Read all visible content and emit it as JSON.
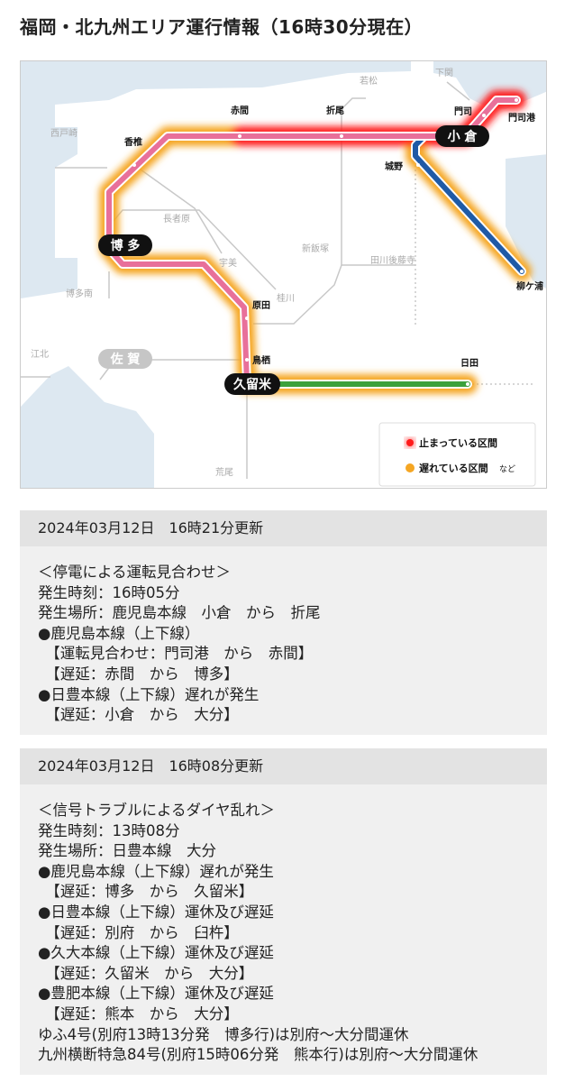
{
  "page_title": "福岡・北九州エリア運行情報（16時30分現在）",
  "map": {
    "stations_major": {
      "kokura": "小 倉",
      "hakata": "博 多",
      "kurume": "久留米",
      "saga": "佐 賀"
    },
    "stations_line": {
      "mojiko": "門司港",
      "moji": "門司",
      "akama": "赤間",
      "orio": "折尾",
      "kashii": "香椎",
      "jono": "城野",
      "yanagaura": "柳ケ浦",
      "haruda": "原田",
      "tosu": "鳥栖",
      "hita": "日田"
    },
    "stations_other": {
      "wakamatsu": "若松",
      "shimonoseki": "下関",
      "nishitozaki": "西戸崎",
      "nagasabaru": "長者原",
      "umi": "宇美",
      "hakataminami": "博多南",
      "shiniizuka": "新飯塚",
      "tagawagotoji": "田川後藤寺",
      "keisen": "桂川",
      "koutoku": "江北",
      "arao": "荒尾"
    },
    "legend": {
      "stopped": "止まっている区間",
      "delayed": "遅れている区間",
      "delayed_suffix": "など"
    },
    "colors": {
      "kagoshima": "#e8709a",
      "nippo": "#1f5aa6",
      "kyudai": "#3ca13c",
      "stopped": "#ff1a1a",
      "delayed": "#f5a623",
      "sea": "#dde8f1"
    }
  },
  "notices": [
    {
      "updated": "2024年03月12日　16時21分更新",
      "lines": [
        "＜停電による運転見合わせ＞",
        "発生時刻：16時05分",
        "発生場所：鹿児島本線　小倉　から　折尾",
        "●鹿児島本線（上下線）",
        "　【運転見合わせ：門司港　から　赤間】",
        "　【遅延：赤間　から　博多】",
        "●日豊本線（上下線）遅れが発生",
        "　【遅延：小倉　から　大分】"
      ]
    },
    {
      "updated": "2024年03月12日　16時08分更新",
      "lines": [
        "＜信号トラブルによるダイヤ乱れ＞",
        "発生時刻：13時08分",
        "発生場所：日豊本線　大分",
        "●鹿児島本線（上下線）遅れが発生",
        "　【遅延：博多　から　久留米】",
        "●日豊本線（上下線）運休及び遅延",
        "　【遅延：別府　から　臼杵】",
        "●久大本線（上下線）運休及び遅延",
        "　【遅延：久留米　から　大分】",
        "●豊肥本線（上下線）運休及び遅延",
        "　【遅延：熊本　から　大分】",
        "ゆふ4号(別府13時13分発　博多行)は別府～大分間運休",
        "九州横断特急84号(別府15時06分発　熊本行)は別府～大分間運休"
      ]
    }
  ]
}
